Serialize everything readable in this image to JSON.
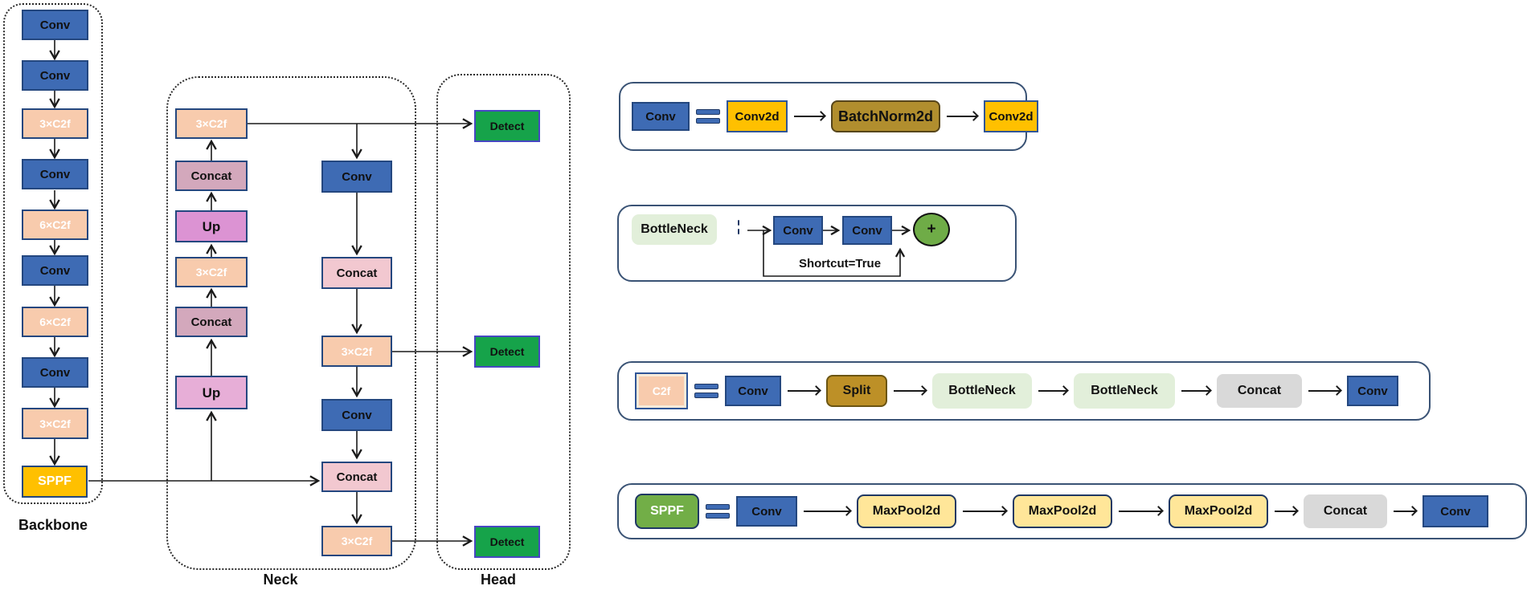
{
  "sections": {
    "backbone": {
      "label": "Backbone",
      "nodes": [
        {
          "label": "Conv"
        },
        {
          "label": "Conv"
        },
        {
          "label": "3×C2f"
        },
        {
          "label": "Conv"
        },
        {
          "label": "6×C2f"
        },
        {
          "label": "Conv"
        },
        {
          "label": "6×C2f"
        },
        {
          "label": "Conv"
        },
        {
          "label": "3×C2f"
        },
        {
          "label": "SPPF"
        }
      ]
    },
    "neck": {
      "label": "Neck",
      "left_column": [
        {
          "label": "3×C2f"
        },
        {
          "label": "Concat"
        },
        {
          "label": "Up"
        },
        {
          "label": "3×C2f"
        },
        {
          "label": "Concat"
        },
        {
          "label": "Up"
        }
      ],
      "right_column": [
        {
          "label": "Conv"
        },
        {
          "label": "Concat"
        },
        {
          "label": "3×C2f"
        },
        {
          "label": "Conv"
        },
        {
          "label": "Concat"
        },
        {
          "label": "3×C2f"
        }
      ]
    },
    "head": {
      "label": "Head",
      "nodes": [
        {
          "label": "Detect"
        },
        {
          "label": "Detect"
        },
        {
          "label": "Detect"
        }
      ]
    }
  },
  "legend": {
    "conv_row": {
      "term": "Conv",
      "steps": [
        "Conv2d",
        "BatchNorm2d",
        "Conv2d"
      ]
    },
    "bottleneck_row": {
      "term": "BottleNeck",
      "conv1": "Conv",
      "conv2": "Conv",
      "plus": "+",
      "shortcut_label": "Shortcut=True"
    },
    "c2f_row": {
      "term": "C2f",
      "steps": [
        "Conv",
        "Split",
        "BottleNeck",
        "BottleNeck",
        "Concat",
        "Conv"
      ]
    },
    "sppf_row": {
      "term": "SPPF",
      "steps": [
        "Conv",
        "MaxPool2d",
        "MaxPool2d",
        "MaxPool2d",
        "Concat",
        "Conv"
      ]
    }
  },
  "colors": {
    "conv_blue": "#3E6BB4",
    "c2f_peach": "#F8CBAD",
    "sppf_gold": "#FFC000",
    "concat_mauve": "#D3A8BC",
    "concat_pink": "#F2C8D0",
    "up_pink_dark": "#DC93D3",
    "up_pink_light": "#E7AED7",
    "detect_green": "#16A34A",
    "legend_light_green": "#E2EFDA",
    "split_gold": "#BD9027",
    "batchnorm_gold": "#B18E2E",
    "maxpool_yellow": "#FFE699",
    "concat_gray": "#D9D9D9",
    "plus_green": "#6FAC47",
    "box_border_navy": "#2F5597",
    "legend_outline_slate": "#3A5375"
  }
}
